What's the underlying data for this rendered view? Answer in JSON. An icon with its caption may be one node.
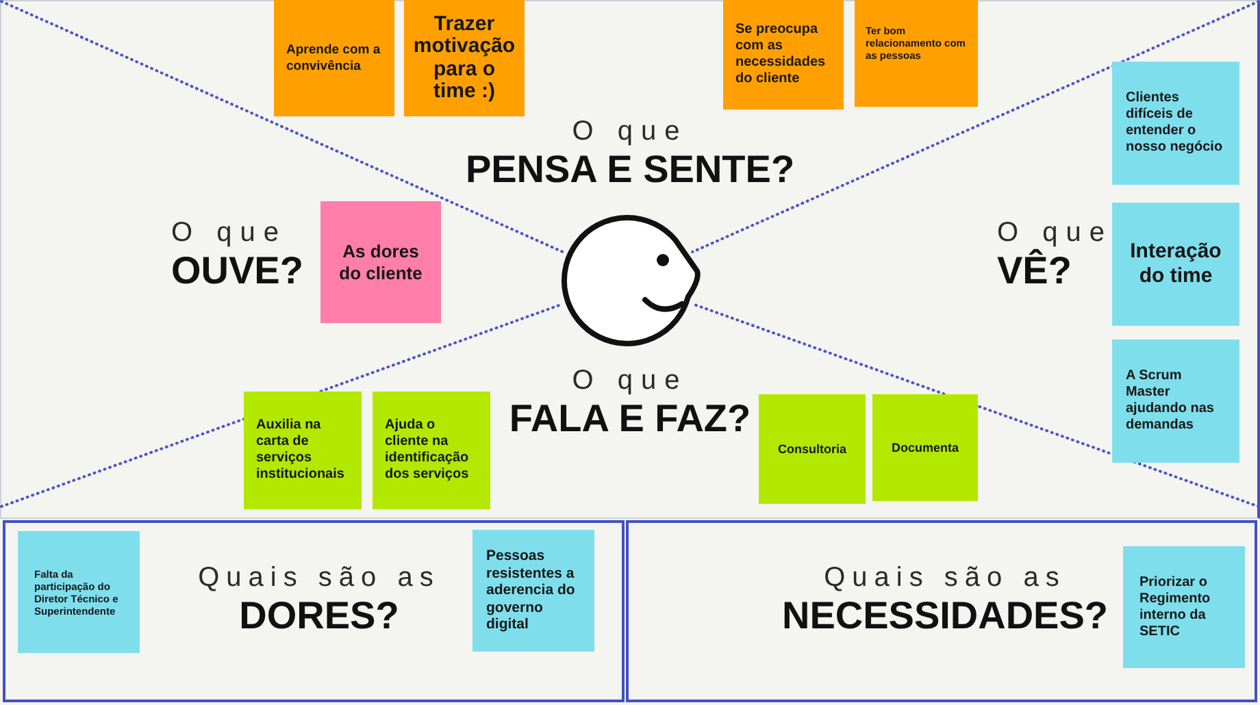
{
  "diagram": {
    "nodes": [
      {
        "text": [
          "O que",
          "PENSA E SENTE?"
        ]
      },
      {
        "text": [
          "Aprende com a convivência"
        ],
        "in": 0
      },
      {
        "text": [
          "Trazer motivação para o time :)"
        ],
        "in": 0
      },
      {
        "text": [
          "Se preocupa com as necessidades do cliente"
        ],
        "in": 0
      },
      {
        "text": [
          "Ter bom relacionamento com as pessoas"
        ],
        "in": 0
      },
      {
        "text": [
          "O que",
          "OUVE?"
        ]
      },
      {
        "text": [
          "As dores do cliente"
        ],
        "in": 5
      },
      {
        "text": [
          "O que",
          "VÊ?"
        ]
      },
      {
        "text": [
          "Clientes difíceis de entender o nosso negócio"
        ],
        "in": 7
      },
      {
        "text": [
          "Interação do time"
        ],
        "in": 7
      },
      {
        "text": [
          "A Scrum Master ajudando nas demandas"
        ],
        "in": 7
      },
      {
        "text": [
          "O que",
          "FALA E FAZ?"
        ]
      },
      {
        "text": [
          "Auxilia na carta de serviços institucionais"
        ],
        "in": 11
      },
      {
        "text": [
          "Ajuda o cliente na identificação dos serviços"
        ],
        "in": 11
      },
      {
        "text": [
          "Consultoria"
        ],
        "in": 11
      },
      {
        "text": [
          "Documenta"
        ],
        "in": 11
      },
      {
        "text": [
          "Quais são as",
          "DORES?"
        ]
      },
      {
        "text": [
          "Falta da participação do Diretor Técnico e Superintendente"
        ],
        "in": 16
      },
      {
        "text": [
          "Pessoas resistentes a aderencia do governo digital"
        ],
        "in": 16
      },
      {
        "text": [
          "Quais são as",
          "NECESSIDADES?"
        ]
      },
      {
        "text": [
          "Priorizar o Regimento interno da SETIC"
        ],
        "in": 19
      }
    ]
  }
}
